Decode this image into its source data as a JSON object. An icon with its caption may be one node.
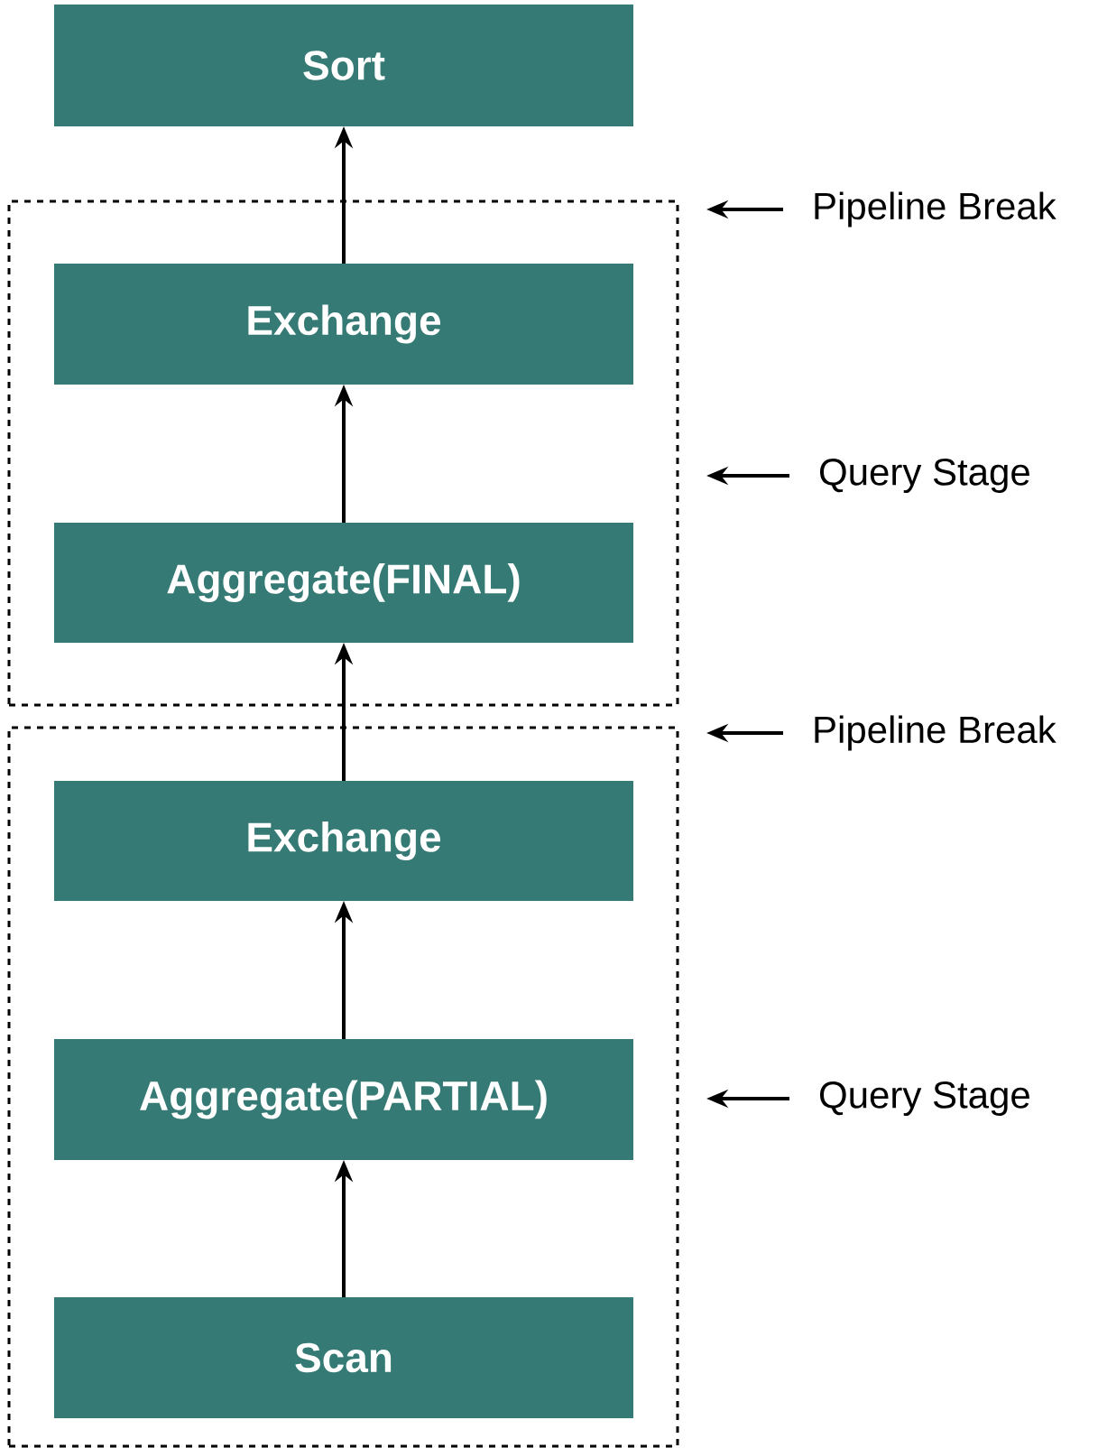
{
  "diagram": {
    "nodes": [
      {
        "text": [
          "Sort"
        ]
      },
      {
        "text": [
          "Pipeline Break"
        ]
      },
      {
        "text": [],
        "shape": "box"
      },
      {
        "text": [
          "Exchange"
        ],
        "in": 2
      },
      {
        "text": [
          "Aggregate(FINAL)"
        ],
        "in": 2
      },
      {
        "text": [
          "Query Stage"
        ]
      },
      {
        "text": [
          "Pipeline Break"
        ]
      },
      {
        "text": [],
        "shape": "box"
      },
      {
        "text": [
          "Exchange"
        ],
        "in": 7
      },
      {
        "text": [
          "Aggregate(PARTIAL)"
        ],
        "in": 7
      },
      {
        "text": [
          "Scan"
        ],
        "in": 7
      },
      {
        "text": [
          "Query Stage"
        ]
      }
    ],
    "edges": [
      {
        "from": 10,
        "to": 9,
        "arrow": "to"
      },
      {
        "from": 9,
        "to": 8,
        "arrow": "to"
      },
      {
        "from": 8,
        "to": 4,
        "arrow": "to"
      },
      {
        "from": 4,
        "to": 3,
        "arrow": "to"
      },
      {
        "from": 3,
        "to": 0,
        "arrow": "to"
      },
      {
        "from": 1,
        "to": 2,
        "arrow": "to"
      },
      {
        "from": 5,
        "to": 2,
        "arrow": "to"
      },
      {
        "from": 6,
        "to": 7,
        "arrow": "to"
      },
      {
        "from": 11,
        "to": 7,
        "arrow": "to"
      }
    ]
  }
}
